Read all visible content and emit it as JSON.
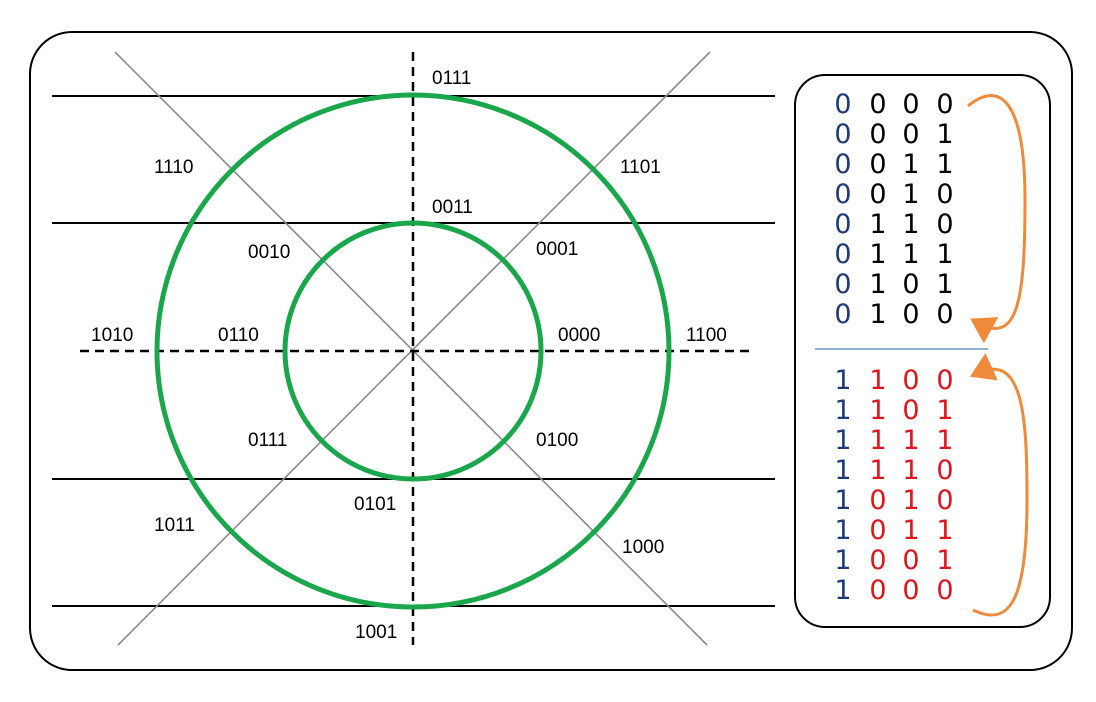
{
  "colors": {
    "ring": "#1aa64a",
    "line": "#000000",
    "diagonal": "#8a8a8a",
    "arrow": "#ee8a3a",
    "divider": "#7fa7c9",
    "high_bit": "#1f3a7a",
    "code_upper": "#000000",
    "code_lower": "#e0141c"
  },
  "diagram": {
    "labels": {
      "top": "0111",
      "upper_left_outer": "1110",
      "upper_right_outer": "1101",
      "inner_top": "0011",
      "inner_upper_left": "0010",
      "inner_upper_right": "0001",
      "outer_left": "1010",
      "inner_left": "0110",
      "inner_right": "0000",
      "outer_right": "1100",
      "inner_lower_left": "0111",
      "inner_lower_right": "0100",
      "inner_bottom": "0101",
      "lower_left_outer": "1011",
      "lower_right_outer": "1000",
      "bottom": "1001"
    }
  },
  "gray_table": {
    "upper": [
      [
        "0",
        "0",
        "0",
        "0"
      ],
      [
        "0",
        "0",
        "0",
        "1"
      ],
      [
        "0",
        "0",
        "1",
        "1"
      ],
      [
        "0",
        "0",
        "1",
        "0"
      ],
      [
        "0",
        "1",
        "1",
        "0"
      ],
      [
        "0",
        "1",
        "1",
        "1"
      ],
      [
        "0",
        "1",
        "0",
        "1"
      ],
      [
        "0",
        "1",
        "0",
        "0"
      ]
    ],
    "lower": [
      [
        "1",
        "1",
        "0",
        "0"
      ],
      [
        "1",
        "1",
        "0",
        "1"
      ],
      [
        "1",
        "1",
        "1",
        "1"
      ],
      [
        "1",
        "1",
        "1",
        "0"
      ],
      [
        "1",
        "0",
        "1",
        "0"
      ],
      [
        "1",
        "0",
        "1",
        "1"
      ],
      [
        "1",
        "0",
        "0",
        "1"
      ],
      [
        "1",
        "0",
        "0",
        "0"
      ]
    ]
  }
}
